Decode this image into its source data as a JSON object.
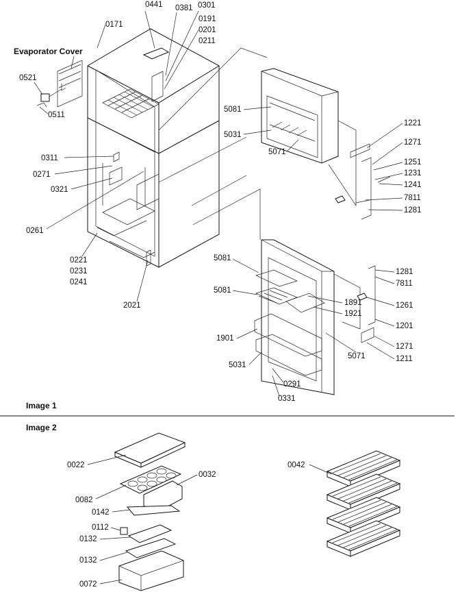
{
  "sections": [
    {
      "caption": "Image 1"
    },
    {
      "caption": "Image 2"
    }
  ],
  "labels": [
    "0441",
    "0381",
    "0301",
    "0171",
    "0191",
    "0201",
    "0211",
    "Evaporator Cover",
    "0521",
    "0511",
    "0311",
    "0271",
    "0321",
    "0261",
    "0221",
    "0231",
    "0241",
    "2021",
    "5081",
    "5031",
    "5071",
    "1221",
    "1271",
    "1251",
    "1231",
    "1241",
    "7811",
    "1281",
    "5081",
    "5081",
    "1891",
    "1921",
    "1901",
    "5031",
    "0291",
    "0331",
    "5071",
    "1281",
    "7811",
    "1261",
    "1201",
    "1271",
    "1211",
    "0022",
    "0082",
    "0032",
    "0142",
    "0112",
    "0132",
    "0132",
    "0072",
    "0042"
  ]
}
